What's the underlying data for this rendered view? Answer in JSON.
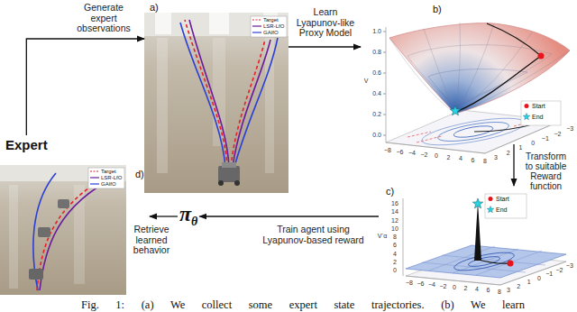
{
  "diagram": {
    "caption": "Fig. 1: (a) We collect some expert state trajectories. (b) We learn",
    "nodes": [
      {
        "text": [
          "Expert"
        ]
      },
      {
        "text": [
          "a)"
        ]
      },
      {
        "text": [
          "b)"
        ]
      },
      {
        "text": [
          "c)"
        ]
      },
      {
        "text": [
          "π",
          "θ"
        ]
      },
      {
        "text": [
          "d)"
        ]
      }
    ],
    "edges": [
      {
        "from": 0,
        "to": 1,
        "arrow": "to",
        "label": "Generate expert observations"
      },
      {
        "from": 1,
        "to": 2,
        "arrow": "to",
        "label": "Learn Lyapunov-like Proxy Model"
      },
      {
        "from": 2,
        "to": 3,
        "arrow": "to",
        "label": "Transform to suitable Reward function"
      },
      {
        "from": 3,
        "to": 4,
        "arrow": "to",
        "label": "Train agent using Lyapunov-based reward"
      },
      {
        "from": 4,
        "to": 5,
        "arrow": "to",
        "label": "Retrieve learned behavior"
      }
    ],
    "labels": [
      "V",
      "1.0",
      "0.8",
      "0.6",
      "0.4",
      "0.2",
      "0.0",
      "−8",
      "−6",
      "−4",
      "−2",
      "0",
      "2",
      "4",
      "6",
      "8",
      "3",
      "2",
      "1",
      "0",
      "−1",
      "−2",
      "−3",
      "V⁻α",
      "16",
      "14",
      "12",
      "10",
      "8",
      "6",
      "4",
      "2",
      "0",
      "−8",
      "−6",
      "−4",
      "−2",
      "0",
      "2",
      "4",
      "6",
      "8",
      "3",
      "2",
      "1",
      "0",
      "−1",
      "−2",
      "−3"
    ],
    "legend": [
      {
        "text": "Target"
      },
      {
        "text": "LSR-LfO"
      },
      {
        "text": "GAIfO"
      },
      {
        "text": "Start"
      },
      {
        "text": "End"
      },
      {
        "text": "Start"
      },
      {
        "text": "End"
      },
      {
        "text": "Target"
      },
      {
        "text": "LSR-LfO"
      },
      {
        "text": "GAIfO"
      }
    ]
  }
}
